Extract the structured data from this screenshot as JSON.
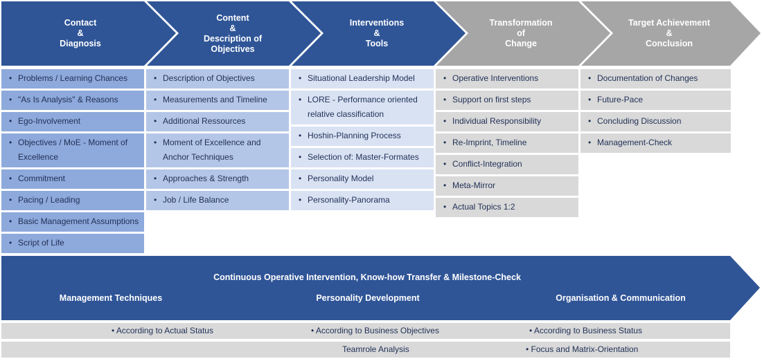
{
  "colors": {
    "blue_chevron": "#2f5597",
    "grey_chevron": "#a6a6a6",
    "col1": "#8ea9db",
    "col2": "#b4c6e7",
    "col3": "#d9e2f3",
    "grey_cell": "#d9d9d9",
    "text_dark": "#1f2f55"
  },
  "phases": [
    {
      "lines": [
        "Contact",
        "&",
        "Diagnosis"
      ]
    },
    {
      "lines": [
        "Content",
        "&",
        "Description of",
        "Objectives"
      ]
    },
    {
      "lines": [
        "Interventions",
        "&",
        "Tools"
      ]
    },
    {
      "lines": [
        "Transformation",
        "of",
        "Change"
      ]
    },
    {
      "lines": [
        "Target Achievement",
        "&",
        "Conclusion"
      ]
    }
  ],
  "columns": [
    {
      "items": [
        "Problems / Learning Chances",
        "\"As Is Analysis\" & Reasons",
        "Ego-Involvement",
        "Objectives / MoE - Moment of Excellence",
        "Commitment",
        "Pacing / Leading",
        "Basic Management Assumptions",
        "Script of Life"
      ]
    },
    {
      "items": [
        "Description of Objectives",
        "Measurements and Timeline",
        "Additional Ressources",
        "Moment of Excellence and Anchor Techniques",
        "Approaches & Strength",
        "Job / Life Balance"
      ]
    },
    {
      "items": [
        "Situational Leadership Model",
        "LORE - Performance oriented relative classification",
        "Hoshin-Planning Process",
        "Selection of: Master-Formates",
        "Personality Model",
        "Personality-Panorama"
      ]
    },
    {
      "items": [
        "Operative Interventions",
        "Support on first steps",
        "Individual Responsibility",
        "Re-Imprint, Timeline",
        "Conflict-Integration",
        "Meta-Mirror",
        "Actual Topics 1:2"
      ]
    },
    {
      "items": [
        "Documentation of Changes",
        "Future-Pace",
        "Concluding Discussion",
        "Management-Check"
      ]
    }
  ],
  "banner": {
    "title": "Continuous Operative Intervention, Know-how Transfer & Milestone-Check",
    "sections": [
      "Management Techniques",
      "Personality Development",
      "Organisation & Communication"
    ]
  },
  "bottom": {
    "row1": [
      "• According to Actual Status",
      "• According to Business Objectives",
      "• According to Business Status"
    ],
    "row2": [
      "Teamrole Analysis",
      "• Focus and Matrix-Orientation"
    ]
  }
}
